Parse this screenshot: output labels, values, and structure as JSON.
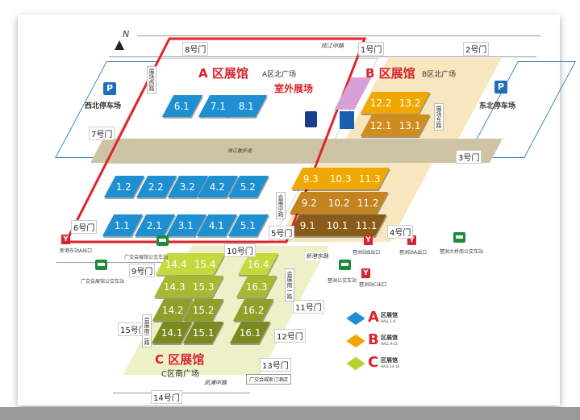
{
  "compass": {
    "label": "N"
  },
  "zones": {
    "a": {
      "title": "A 区展馆",
      "plaza": "A区北广场",
      "outdoor": "室外展场"
    },
    "b": {
      "title": "B 区展馆",
      "plaza": "B区北广场"
    },
    "c": {
      "title": "C 区展馆",
      "plaza": "C区南广场"
    }
  },
  "halls": {
    "a": [
      "6.1",
      "7.1",
      "8.1",
      "1.2",
      "2.2",
      "3.2",
      "4.2",
      "5.2",
      "1.1",
      "2.1",
      "3.1",
      "4.1",
      "5.1"
    ],
    "b": [
      "12.2",
      "13.2",
      "12.1",
      "13.1",
      "9.3",
      "10.3",
      "11.3",
      "9.2",
      "10.2",
      "11.2",
      "9.1",
      "10.1",
      "11.1"
    ],
    "c": [
      "14.4",
      "15.4",
      "16.4",
      "14.3",
      "15.3",
      "16.3",
      "14.2",
      "15.2",
      "16.2",
      "14.1",
      "15.1",
      "16.1"
    ]
  },
  "gates": [
    "1号门",
    "2号门",
    "3号门",
    "4号门",
    "5号门",
    "6号门",
    "7号门",
    "8号门",
    "9号门",
    "10号门",
    "11号门",
    "12号门",
    "13号门",
    "14号门",
    "15号门"
  ],
  "parking": {
    "northwest": "西北停车场",
    "northeast": "东北停车场",
    "icon": "P"
  },
  "roads": {
    "north": "阅江中路",
    "south": "凤浦中路",
    "xinggang": "新港东路",
    "promenade": "珠江散步道",
    "west": "展场西路",
    "east": "展场东路",
    "middle": "会展中路",
    "c_west": "会展南二路",
    "c_east": "会展南一路"
  },
  "transit": {
    "metro_icon": "Y",
    "xingang_a": "新港东站A出口",
    "pazhou_b": "琶洲站B出口",
    "pazhou_a": "琶洲站A出口",
    "pazhou_c": "琶洲站C出口",
    "bus1": "广交会展馆公交车站",
    "bus2": "广交会展馆公交车站",
    "bus3": "琶洲公交车站",
    "bus4": "琶洲大桥南公交车站"
  },
  "hotel": "广交会威斯汀酒店",
  "legend": [
    {
      "letter": "A",
      "label": "区展馆",
      "sub": "HALL 1-8",
      "color": "#1e8fd0"
    },
    {
      "letter": "B",
      "label": "区展馆",
      "sub": "HALL 9-13",
      "color": "#f0a500"
    },
    {
      "letter": "C",
      "label": "区展馆",
      "sub": "HALL 14-16",
      "color": "#b8d030"
    }
  ]
}
